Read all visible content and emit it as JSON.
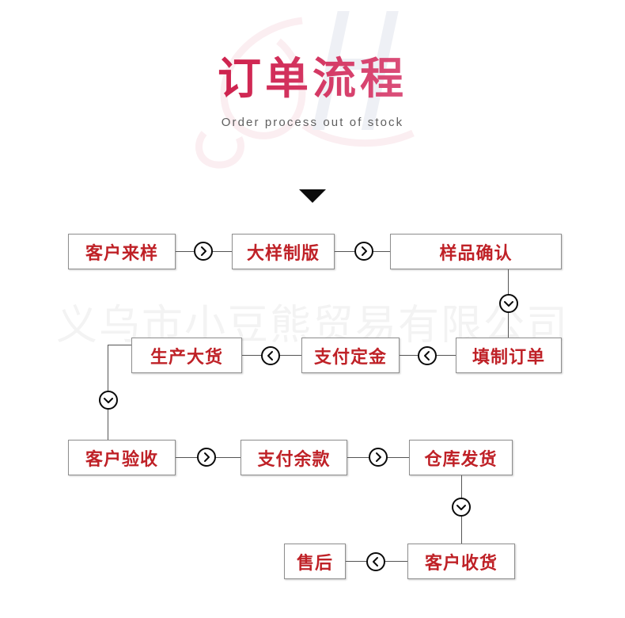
{
  "header": {
    "title": "订单流程",
    "subtitle": "Order process out of stock",
    "title_gradient_from": "#c3123f",
    "title_gradient_to": "#ea7da4",
    "arrow_icon": "triangle-down-icon"
  },
  "watermark": {
    "text": "义乌市小豆熊贸易有限公司",
    "color": "#f3f3f3",
    "monogram_color": "#fbeef1"
  },
  "style": {
    "node_text_color": "#bf2127",
    "node_border_color": "#8e8e8e",
    "connector_color": "#0a0a0a",
    "line_color": "#555555",
    "background": "#ffffff"
  },
  "flow": {
    "rows": [
      {
        "id": "row-1",
        "direction": "right",
        "nodes": [
          {
            "id": "n1",
            "label": "客户来样"
          },
          {
            "id": "n2",
            "label": "大样制版"
          },
          {
            "id": "n3",
            "label": "样品确认"
          }
        ]
      },
      {
        "id": "row-2",
        "direction": "left",
        "nodes": [
          {
            "id": "n5",
            "label": "生产大货"
          },
          {
            "id": "n6",
            "label": "支付定金"
          },
          {
            "id": "n4",
            "label": "填制订单"
          }
        ]
      },
      {
        "id": "row-3",
        "direction": "right",
        "nodes": [
          {
            "id": "n7",
            "label": "客户验收"
          },
          {
            "id": "n8",
            "label": "支付余款"
          },
          {
            "id": "n9",
            "label": "仓库发货"
          }
        ]
      },
      {
        "id": "row-4",
        "direction": "left",
        "nodes": [
          {
            "id": "n11",
            "label": "售后"
          },
          {
            "id": "n10",
            "label": "客户收货"
          }
        ]
      }
    ],
    "connectors": [
      {
        "id": "c1",
        "icon": "chevron-right-icon",
        "from": "客户来样",
        "to": "大样制版"
      },
      {
        "id": "c2",
        "icon": "chevron-right-icon",
        "from": "大样制版",
        "to": "样品确认"
      },
      {
        "id": "c3",
        "icon": "chevron-down-icon",
        "from": "样品确认",
        "to": "填制订单"
      },
      {
        "id": "c4",
        "icon": "chevron-left-icon",
        "from": "填制订单",
        "to": "支付定金"
      },
      {
        "id": "c5",
        "icon": "chevron-left-icon",
        "from": "支付定金",
        "to": "生产大货"
      },
      {
        "id": "c6",
        "icon": "chevron-down-icon",
        "from": "生产大货",
        "to": "客户验收"
      },
      {
        "id": "c7",
        "icon": "chevron-right-icon",
        "from": "客户验收",
        "to": "支付余款"
      },
      {
        "id": "c8",
        "icon": "chevron-right-icon",
        "from": "支付余款",
        "to": "仓库发货"
      },
      {
        "id": "c9",
        "icon": "chevron-down-icon",
        "from": "仓库发货",
        "to": "客户收货"
      },
      {
        "id": "c10",
        "icon": "chevron-left-icon",
        "from": "客户收货",
        "to": "售后"
      }
    ]
  }
}
